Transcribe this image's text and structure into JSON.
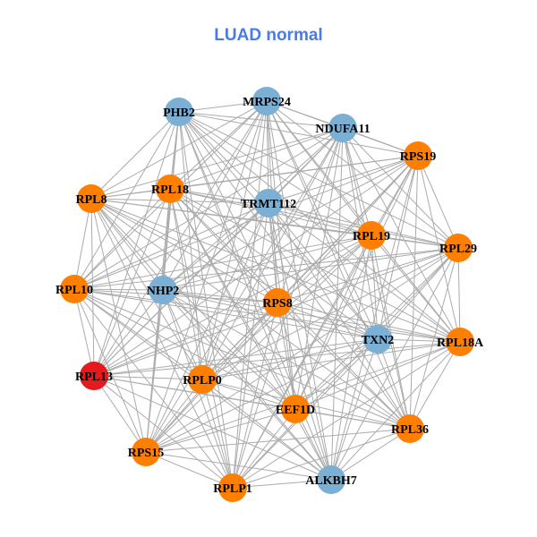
{
  "title": "LUAD normal",
  "colors": {
    "title": "#4A7BEA",
    "edge": "#ABABAB",
    "orange": "#FF7F00",
    "blue": "#7BAFD4",
    "red": "#E41A1C"
  },
  "nodes": [
    {
      "id": "PHB2",
      "group": "blue"
    },
    {
      "id": "MRPS24",
      "group": "blue"
    },
    {
      "id": "NDUFA11",
      "group": "blue"
    },
    {
      "id": "RPS19",
      "group": "orange"
    },
    {
      "id": "RPL8",
      "group": "orange"
    },
    {
      "id": "RPL18",
      "group": "orange"
    },
    {
      "id": "TRMT112",
      "group": "blue"
    },
    {
      "id": "RPL19",
      "group": "orange"
    },
    {
      "id": "RPL29",
      "group": "orange"
    },
    {
      "id": "RPL10",
      "group": "orange"
    },
    {
      "id": "NHP2",
      "group": "blue"
    },
    {
      "id": "RPS8",
      "group": "orange"
    },
    {
      "id": "TXN2",
      "group": "blue"
    },
    {
      "id": "RPL18A",
      "group": "orange"
    },
    {
      "id": "RPL13",
      "group": "red"
    },
    {
      "id": "RPLP0",
      "group": "orange"
    },
    {
      "id": "EEF1D",
      "group": "orange"
    },
    {
      "id": "RPL36",
      "group": "orange"
    },
    {
      "id": "RPS15",
      "group": "orange"
    },
    {
      "id": "RPLP1",
      "group": "orange"
    },
    {
      "id": "ALKBH7",
      "group": "blue"
    }
  ],
  "edges": "all-pairs"
}
